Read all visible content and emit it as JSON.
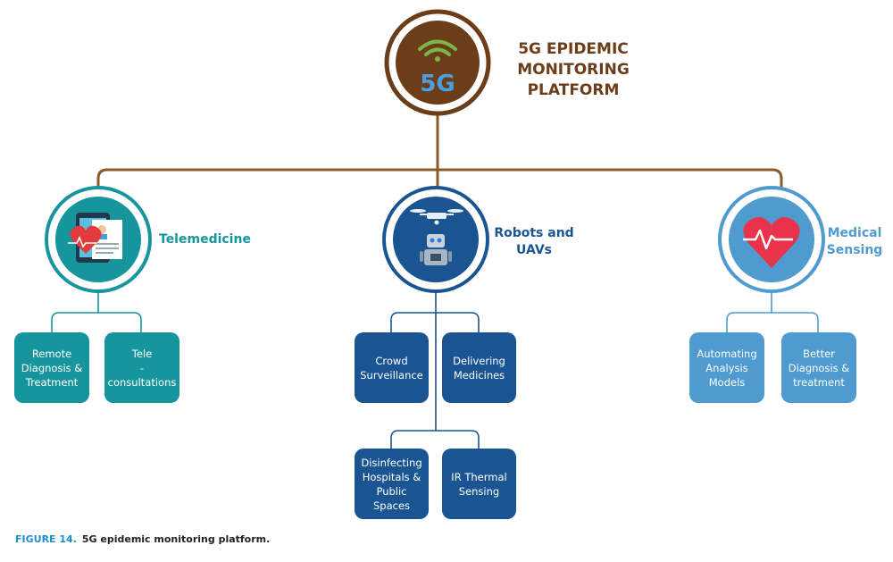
{
  "platform": {
    "logo_text": "5G",
    "title": "5G EPIDEMIC\nMONITORING\nPLATFORM"
  },
  "categories": [
    {
      "label": "Telemedicine",
      "color": "#17959c",
      "icon": "tablet-heart-icon",
      "items": [
        "Remote\nDiagnosis &\nTreatment",
        "Tele\n-consultations"
      ]
    },
    {
      "label": "Robots and\nUAVs",
      "color": "#1a5592",
      "icon": "drone-robot-icon",
      "items": [
        "Crowd\nSurveillance",
        "Delivering\nMedicines",
        "Disinfecting\nHospitals &\nPublic Spaces",
        "IR Thermal\nSensing"
      ]
    },
    {
      "label": "Medical\nSensing",
      "color": "#4f9bd0",
      "icon": "heart-pulse-icon",
      "items": [
        "Automating\nAnalysis\nModels",
        "Better\nDiagnosis &\ntreatment"
      ]
    }
  ],
  "colors": {
    "brown": "#6b3d18",
    "green_signal": "#7ab648",
    "blue_5g": "#4a9fe0"
  },
  "caption": {
    "label": "FIGURE 14.",
    "text": "5G epidemic monitoring platform."
  }
}
